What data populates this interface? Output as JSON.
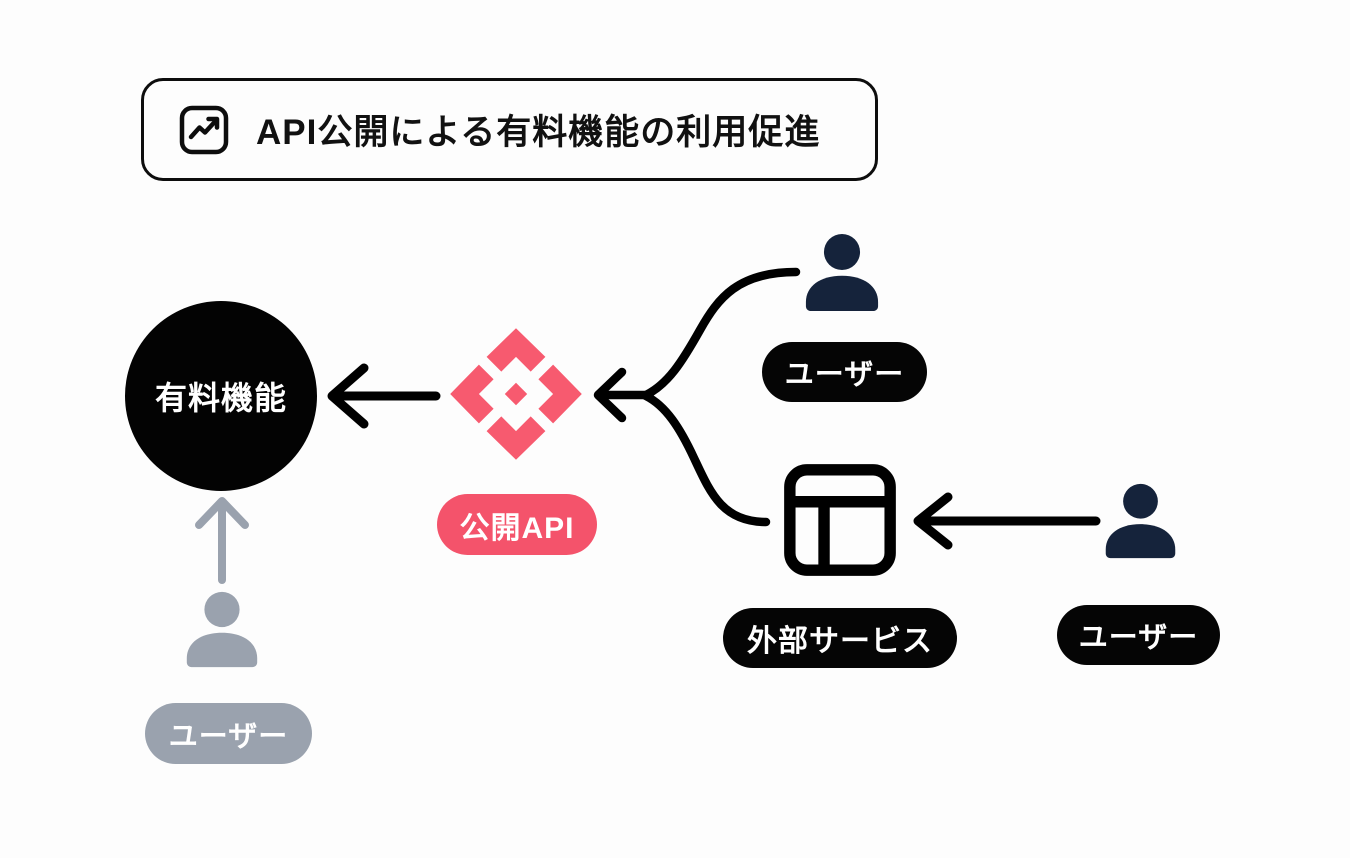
{
  "diagram_title": {
    "label": "API公開による有料機能の利用促進",
    "icon": "trending-up-chart"
  },
  "nodes": {
    "paid_feature": {
      "label": "有料機能",
      "shape": "circle",
      "color": "#030303"
    },
    "public_api": {
      "label": "公開API",
      "icon": "api-diamond-cluster",
      "color": "#F5546C"
    },
    "user_top": {
      "label": "ユーザー",
      "icon": "person",
      "color": "#15233B"
    },
    "external_service": {
      "label": "外部サービス",
      "icon": "layout-template",
      "color": "#000000"
    },
    "user_right": {
      "label": "ユーザー",
      "icon": "person",
      "color": "#15233B"
    },
    "user_indirect": {
      "label": "ユーザー",
      "icon": "person",
      "color": "#9AA2AE"
    }
  },
  "edges": [
    {
      "from": "public_api",
      "to": "paid_feature",
      "style": "straight-arrow",
      "color": "#000000"
    },
    {
      "from": "user_top",
      "to": "public_api",
      "style": "curved-arrow",
      "color": "#000000"
    },
    {
      "from": "external_service",
      "to": "public_api",
      "style": "curved-arrow",
      "color": "#000000"
    },
    {
      "from": "user_right",
      "to": "external_service",
      "style": "straight-arrow",
      "color": "#000000"
    },
    {
      "from": "user_indirect",
      "to": "paid_feature",
      "style": "straight-arrow",
      "color": "#9AA2AE"
    }
  ],
  "colors": {
    "background": "#FDFDFD",
    "accent_pink": "#F5546C",
    "navy": "#15233B",
    "gray": "#9AA2AE",
    "black": "#000000"
  }
}
